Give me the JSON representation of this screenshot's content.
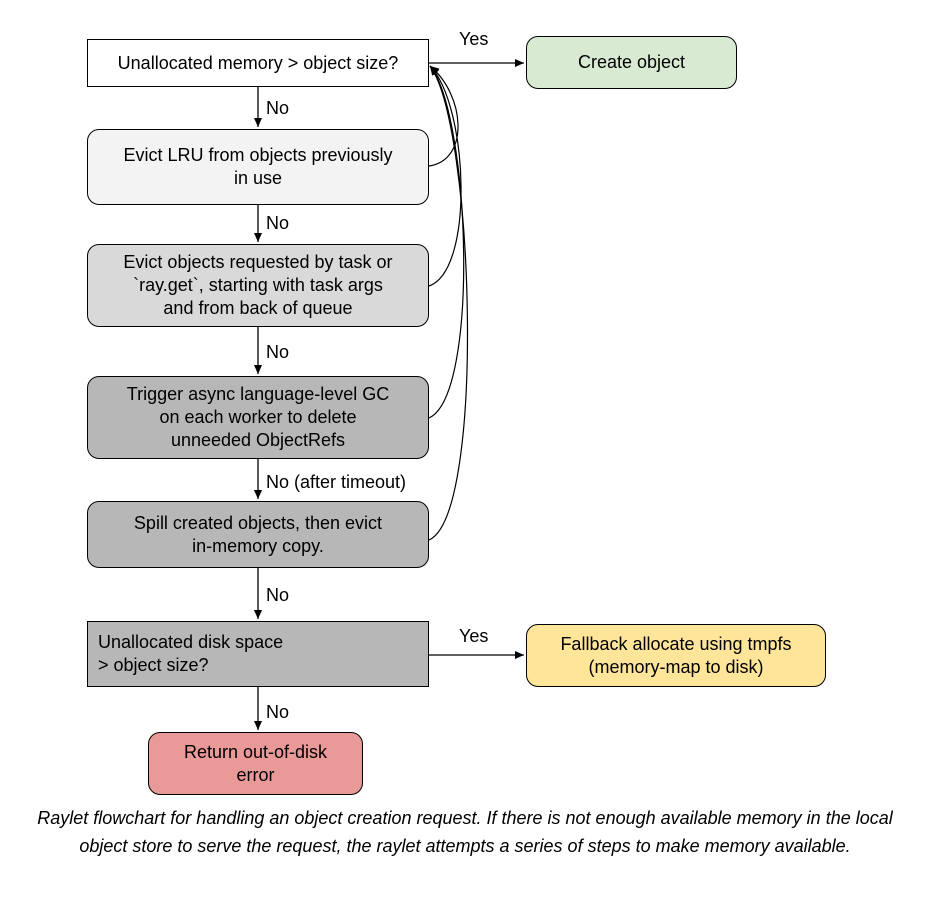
{
  "nodes": {
    "mem_check": {
      "text": "Unallocated memory > object size?",
      "fill": "#ffffff"
    },
    "create_object": {
      "text": "Create object",
      "fill": "#d9ead3"
    },
    "evict_lru": {
      "text": "Evict LRU from objects previously\nin use",
      "fill": "#f3f3f3"
    },
    "evict_requested": {
      "text": "Evict objects requested by task or\n`ray.get`, starting with task args\nand from back of queue",
      "fill": "#d9d9d9"
    },
    "trigger_gc": {
      "text": "Trigger async language-level GC\non each worker to delete\nunneeded ObjectRefs",
      "fill": "#b7b7b7"
    },
    "spill": {
      "text": "Spill created objects, then evict\nin-memory copy.",
      "fill": "#b7b7b7"
    },
    "disk_check": {
      "text": "Unallocated disk space\n > object size?",
      "fill": "#b7b7b7"
    },
    "fallback": {
      "text": "Fallback allocate using tmpfs\n(memory-map to disk)",
      "fill": "#ffe599"
    },
    "out_of_disk": {
      "text": "Return out-of-disk\nerror",
      "fill": "#ea9999"
    }
  },
  "edge_labels": {
    "mem_yes": "Yes",
    "mem_no": "No",
    "lru_no": "No",
    "requested_no": "No",
    "gc_no": "No (after timeout)",
    "spill_no": "No",
    "disk_yes": "Yes",
    "disk_no": "No"
  },
  "caption": "Raylet flowchart for handling an object creation request. If there is not enough available memory in the local object store to serve the request, the raylet attempts a series of steps to make memory available."
}
